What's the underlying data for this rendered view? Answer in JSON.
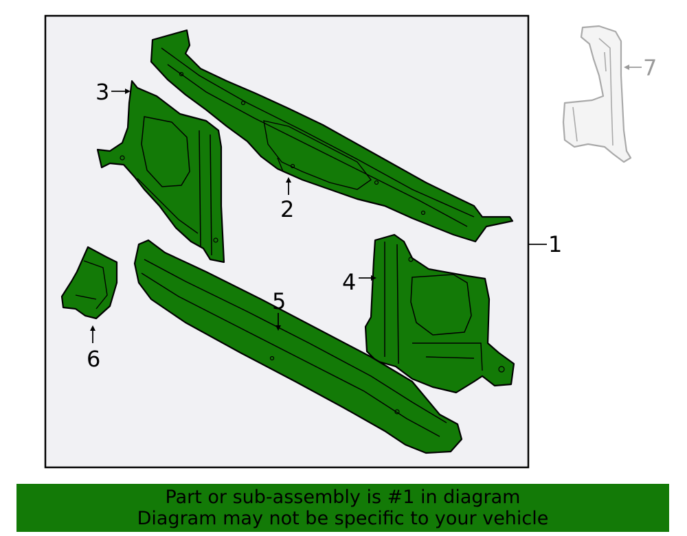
{
  "diagram": {
    "callouts": {
      "assembly": "1",
      "upper_support": "2",
      "left_side": "3",
      "right_side": "4",
      "lower_support": "5",
      "small_bracket": "6",
      "sub_bracket": "7"
    }
  },
  "banner": {
    "line1": "Part or sub-assembly is #1 in diagram",
    "line2": "Diagram may not be specific to your vehicle"
  },
  "colors": {
    "part_fill": "#137a07",
    "frame_bg": "#f1f1f4",
    "banner_bg": "#137a07",
    "ghost_part": "#a9a9a9"
  }
}
